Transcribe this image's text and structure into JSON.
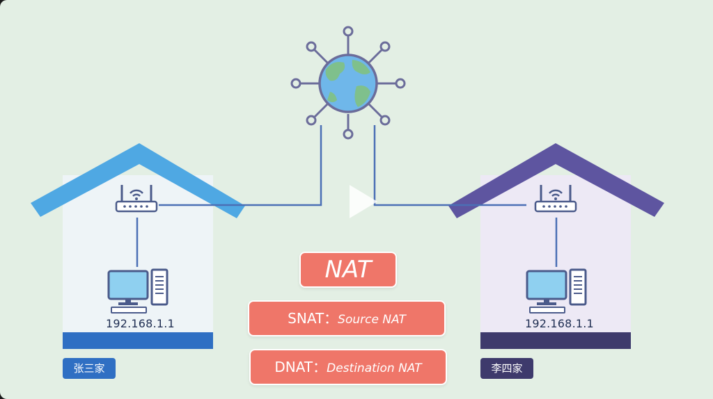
{
  "colors": {
    "background": "#e3efe4",
    "left_roof": "#4fa8e3",
    "left_base": "#2f6fc3",
    "right_roof": "#5e55a0",
    "right_base": "#3e3a6c",
    "line": "#4b6fb5",
    "nat_fill": "#ef7669"
  },
  "icons": [
    "globe-icon",
    "router-icon",
    "computer-icon",
    "play-icon"
  ],
  "left_house": {
    "name": "张三家",
    "ip": "192.168.1.1"
  },
  "right_house": {
    "name": "李四家",
    "ip": "192.168.1.1"
  },
  "nat": {
    "title": "NAT",
    "snat_label": "SNAT：",
    "snat_desc": "Source NAT",
    "dnat_label": "DNAT：",
    "dnat_desc": "Destination NAT"
  }
}
